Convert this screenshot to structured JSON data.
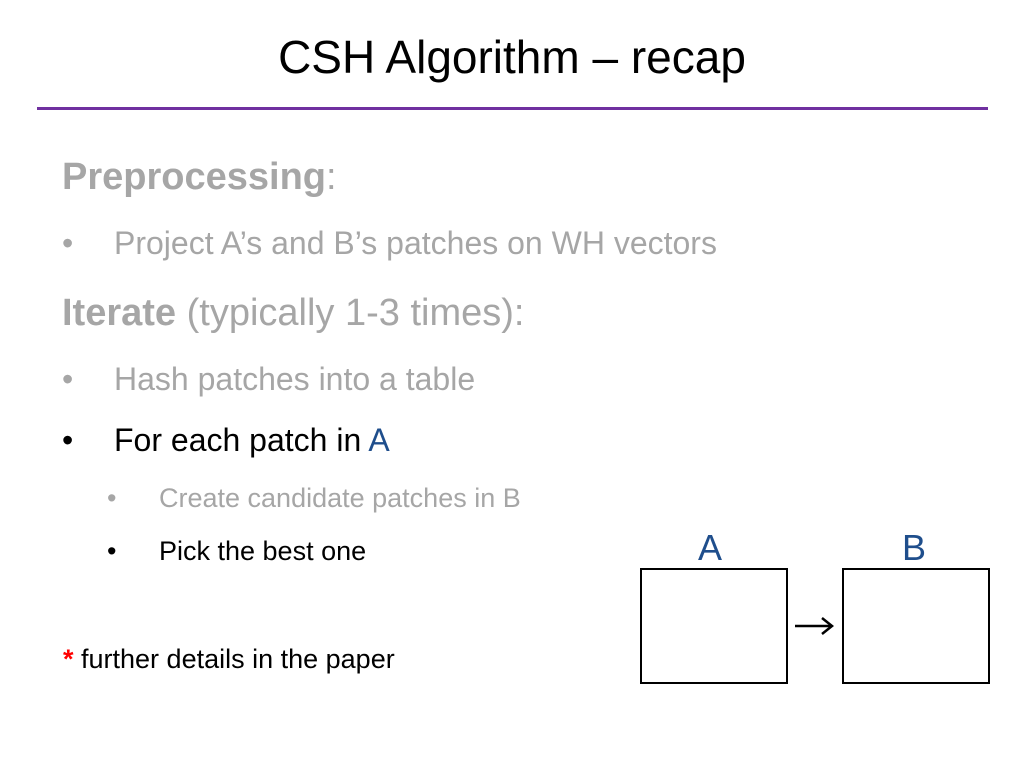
{
  "title": "CSH Algorithm – recap",
  "preprocessing": {
    "heading": "Preprocessing",
    "colon": ":"
  },
  "bullet_project": "Project A’s and B’s patches on WH vectors",
  "iterate": {
    "heading": "Iterate",
    "rest": " (typically 1-3 times):"
  },
  "bullet_hash": "Hash patches into a table",
  "bullet_for_each": {
    "text": "For each patch in ",
    "highlight": "A"
  },
  "sub_create": "Create candidate patches in B",
  "sub_pick": "Pick the best one",
  "footnote": {
    "asterisk": "*",
    "text": " further details in the paper"
  },
  "bullet_glyph": "•",
  "diagram": {
    "label_a": "A",
    "label_b": "B"
  },
  "colors": {
    "rule": "#7030a0",
    "accent_blue": "#1f4e8c",
    "faded_gray": "#a6a6a6",
    "asterisk_red": "#ff0000"
  }
}
